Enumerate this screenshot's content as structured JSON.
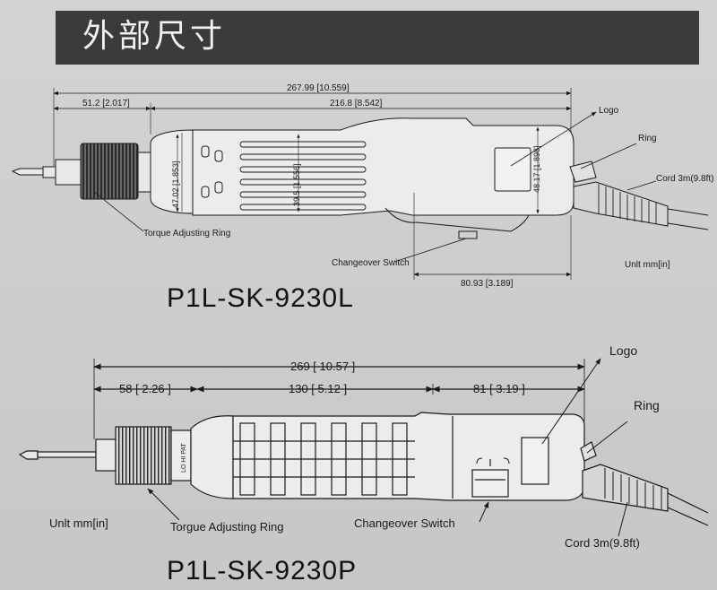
{
  "header": {
    "title": "外部尺寸"
  },
  "diagram_l": {
    "model": "P1L-SK-9230L",
    "dim_total": "267.99 [10.559]",
    "dim_left": "51.2 [2.017]",
    "dim_body": "216.8 [8.542]",
    "dim_nose_dia": "47.02 [1.853]",
    "dim_grip_dia": "39.5 [1.556]",
    "dim_rear_h": "48.17 [1.898]",
    "dim_rear_len": "80.93 [3.189]",
    "label_logo": "Logo",
    "label_ring": "Ring",
    "label_cord": "Cord 3m(9.8ft)",
    "label_torque": "Torque Adjusting Ring",
    "label_switch": "Changeover Switch",
    "label_unit": "Unlt mm[in]"
  },
  "diagram_p": {
    "model": "P1L-SK-9230P",
    "dim_total": "269 [ 10.57 ]",
    "dim_left": "58 [ 2.26 ]",
    "dim_mid": "130 [ 5.12 ]",
    "dim_right": "81 [ 3.19 ]",
    "label_logo": "Logo",
    "label_ring": "Ring",
    "label_cord": "Cord 3m(9.8ft)",
    "label_torque": "Torgue Adjusting Ring",
    "label_switch": "Changeover Switch",
    "label_unit": "Unlt  mm[in]",
    "ring_marks": "LO HI PAT"
  }
}
